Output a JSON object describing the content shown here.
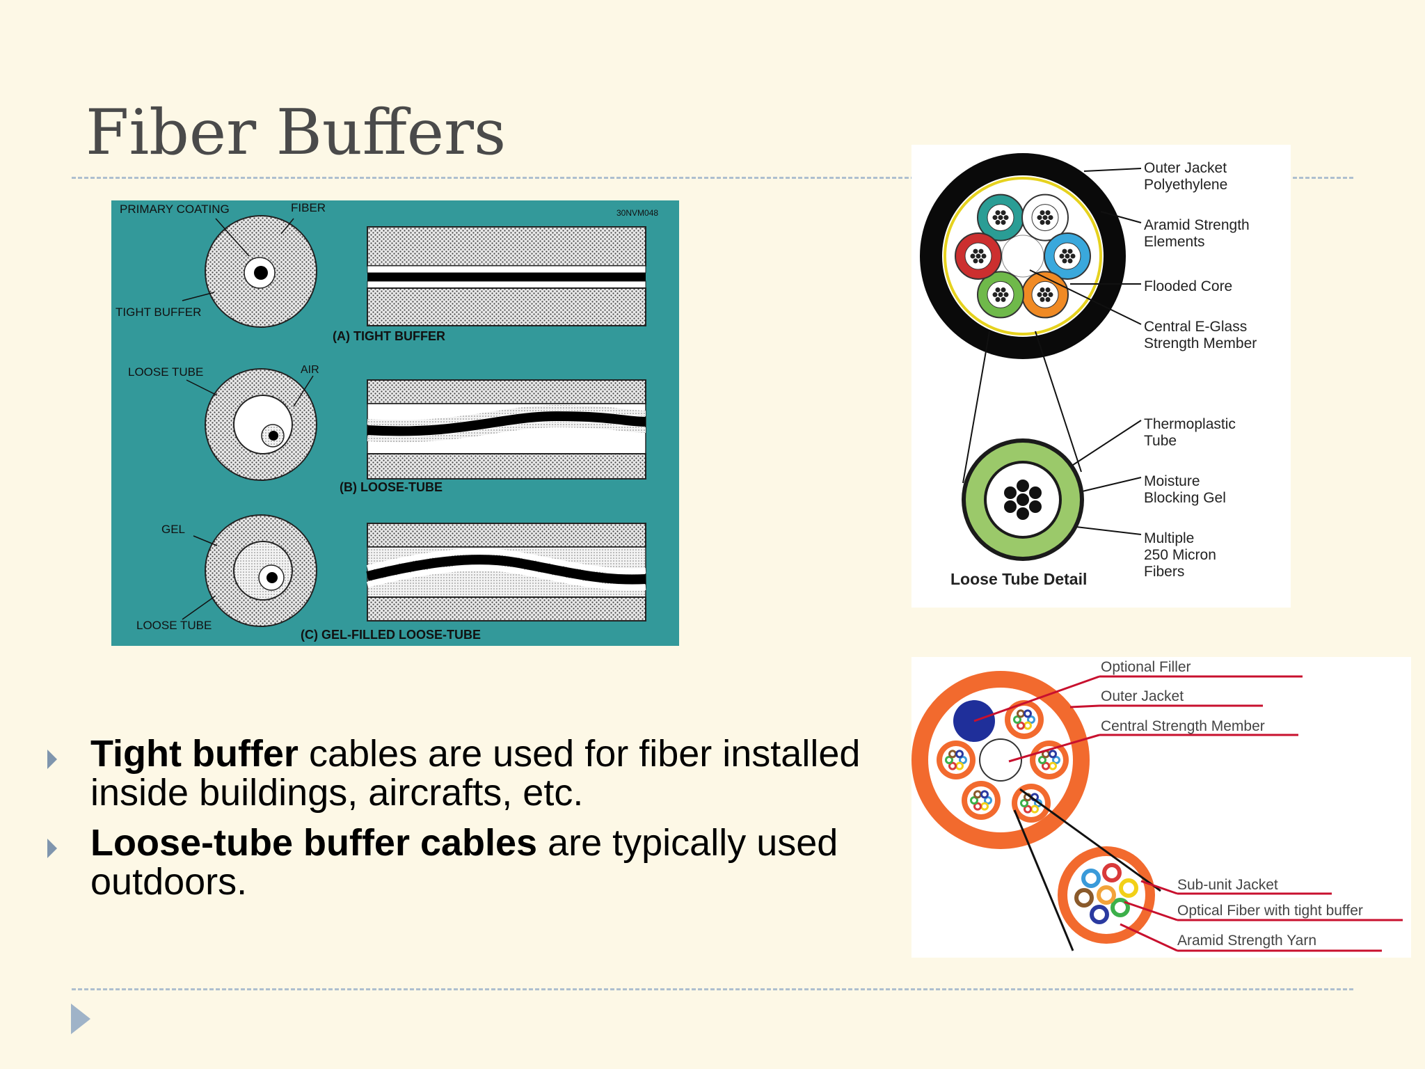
{
  "slide": {
    "title": "Fiber Buffers"
  },
  "left_diagram": {
    "id_code": "30NVM048",
    "labels": {
      "primary_coating": "PRIMARY COATING",
      "fiber": "FIBER",
      "tight_buffer": "TIGHT BUFFER",
      "caption_a": "(A)  TIGHT BUFFER",
      "loose_tube": "LOOSE TUBE",
      "air": "AIR",
      "caption_b": "(B)  LOOSE-TUBE",
      "gel": "GEL",
      "loose_tube_2": "LOOSE TUBE",
      "caption_c": "(C)  GEL-FILLED LOOSE-TUBE"
    },
    "colors": {
      "background": "#33999a"
    }
  },
  "top_right_diagram": {
    "labels": {
      "outer_jacket": [
        "Outer Jacket",
        "Polyethylene"
      ],
      "aramid": [
        "Aramid Strength",
        "Elements"
      ],
      "flooded_core": [
        "Flooded Core"
      ],
      "central": [
        "Central E-Glass",
        "Strength Member"
      ],
      "thermoplastic": [
        "Thermoplastic",
        "Tube"
      ],
      "moisture": [
        "Moisture",
        "Blocking Gel"
      ],
      "multiple": [
        "Multiple",
        "250 Micron",
        "Fibers"
      ],
      "detail": "Loose Tube Detail"
    },
    "tube_colors": [
      "#2a9d95",
      "#ffffff",
      "#3aa8dc",
      "#f08a24",
      "#6fb94a",
      "#cc2f2f"
    ]
  },
  "bottom_right_diagram": {
    "labels": {
      "optional_filler": "Optional Filler",
      "outer_jacket": "Outer Jacket",
      "central_strength": "Central Strength Member",
      "subunit_jacket": "Sub-unit Jacket",
      "optical_fiber": "Optical Fiber with tight buffer",
      "aramid_yarn": "Aramid Strength Yarn"
    },
    "colors": {
      "jacket": "#f26a2e",
      "leader": "#c8102e",
      "filler": "#1f2f9a"
    }
  },
  "bullets": [
    {
      "bold": "Tight buffer",
      "rest": " cables are used for fiber installed inside buildings, aircrafts, etc."
    },
    {
      "bold": "Loose-tube buffer cables",
      "rest": " are typically used outdoors."
    }
  ]
}
